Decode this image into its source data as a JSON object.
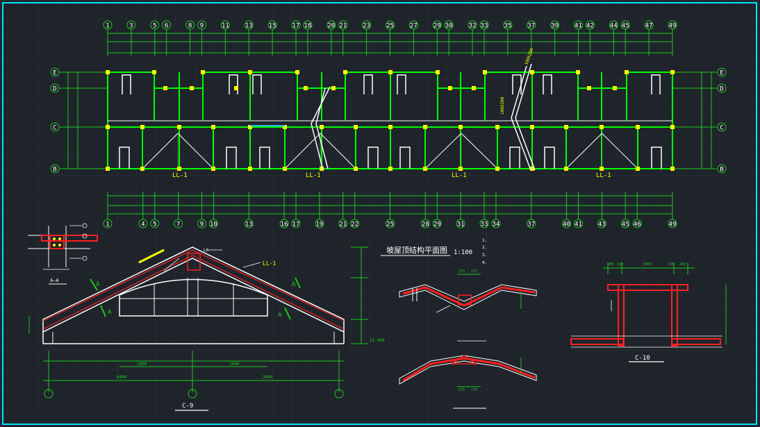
{
  "colors": {
    "background": "#1f242b",
    "frame": "#00e5ff",
    "grid": "#2c333b",
    "axis": "#1ec81e",
    "wall": "#00ff00",
    "column": "#ffff00",
    "beam": "#ff2020",
    "text": "#ffffff",
    "dim": "#1ec81e"
  },
  "top_axis_labels": [
    "1",
    "3",
    "5",
    "6",
    "8",
    "9",
    "11",
    "13",
    "15",
    "17",
    "18",
    "20",
    "21",
    "23",
    "25",
    "27",
    "29",
    "30",
    "32",
    "33",
    "35",
    "37",
    "39",
    "41",
    "42",
    "44",
    "45",
    "47",
    "49"
  ],
  "bottom_axis_labels": [
    "1",
    "4",
    "5",
    "7",
    "9",
    "10",
    "13",
    "16",
    "17",
    "19",
    "21",
    "22",
    "25",
    "28",
    "29",
    "31",
    "33",
    "34",
    "37",
    "40",
    "41",
    "43",
    "45",
    "46",
    "49"
  ],
  "row_axis_labels": [
    "E",
    "D",
    "C",
    "B"
  ],
  "beam_labels": [
    "LL-1",
    "LL-1",
    "LL-1",
    "LL-1"
  ],
  "plan_title": "坡屋顶结构平面图",
  "plan_scale": "1:100",
  "note_items": [
    "1.",
    "2.",
    "3.",
    "4."
  ],
  "section_aa_label": "A—A",
  "section_c9_label": "C-9",
  "section_c10_label": "C-10",
  "ll1_tag": "LL-1",
  "section_marks": [
    "A",
    "A",
    "A",
    "A"
  ],
  "level_mark": "11.400",
  "c9_dims": [
    "6400",
    "3400",
    "1600",
    "1600"
  ],
  "c10_dims": [
    "500",
    "100",
    "6000",
    "100",
    "200"
  ],
  "detail_dims": [
    "175",
    "175",
    "175",
    "175"
  ]
}
